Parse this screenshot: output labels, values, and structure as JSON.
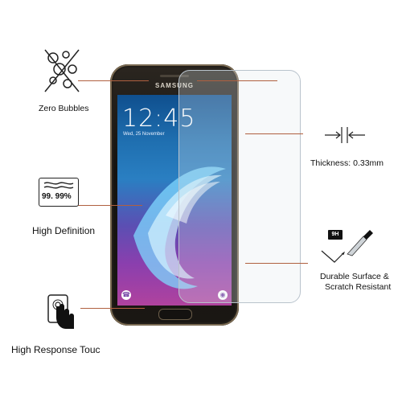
{
  "features": {
    "zero_bubbles": "Zero Bubbles",
    "high_definition": "High Definition",
    "high_definition_badge": "99. 99%",
    "high_response": "High Response Touc",
    "thickness": "Thickness: 0.33mm",
    "durable_line1": "Durable Surface &",
    "durable_line2": "Scratch Resistant",
    "hardness_badge": "9H"
  },
  "phone": {
    "brand": "SAMSUNG",
    "clock": "12:45",
    "date": "Wed, 25 November"
  },
  "icons": {
    "bubbles": "bubbles-crossed-icon",
    "definition": "hd-screen-icon",
    "touch": "touch-finger-icon",
    "thickness": "thickness-arrows-icon",
    "scratch": "knife-scratch-icon",
    "phone_call": "phone-icon",
    "camera": "camera-icon"
  },
  "colors": {
    "leader": "#b06040",
    "screen_top": "#0f4f8e",
    "screen_bottom": "#b0429e"
  }
}
